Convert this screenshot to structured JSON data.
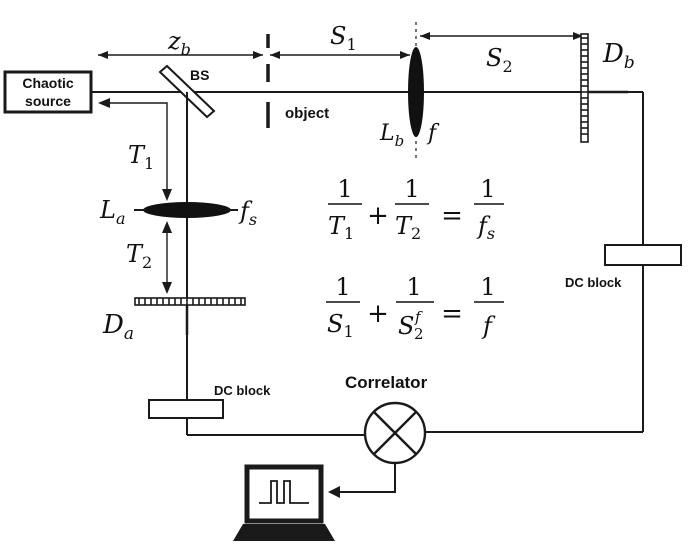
{
  "labels": {
    "source_line1": "Chaotic",
    "source_line2": "source",
    "bs": "BS",
    "object": "object",
    "dc_block_left": "DC block",
    "dc_block_right": "DC block",
    "correlator": "Correlator"
  },
  "symbols": {
    "z_b": "z",
    "z_b_sub": "b",
    "S1": "S",
    "S1_sub": "1",
    "S2": "S",
    "S2_sub": "2",
    "D_b": "D",
    "D_b_sub": "b",
    "L_b": "L",
    "L_b_sub": "b",
    "f": "f",
    "T1": "T",
    "T1_sub": "1",
    "L_a": "L",
    "L_a_sub": "a",
    "f_s": "f",
    "f_s_sub": "s",
    "T2": "T",
    "T2_sub": "2",
    "D_a": "D",
    "D_a_sub": "a"
  },
  "equation1": {
    "one": "1",
    "T": "T",
    "sub1": "1",
    "sub2": "2",
    "plus": "+",
    "equals": "=",
    "f": "f",
    "subs": "s"
  },
  "equation2": {
    "one": "1",
    "S": "S",
    "sub1": "1",
    "sub2": "2",
    "sup_f": "f",
    "plus": "+",
    "equals": "=",
    "f": "f"
  },
  "colors": {
    "ink": "#1a1a1a",
    "background": "#ffffff"
  }
}
